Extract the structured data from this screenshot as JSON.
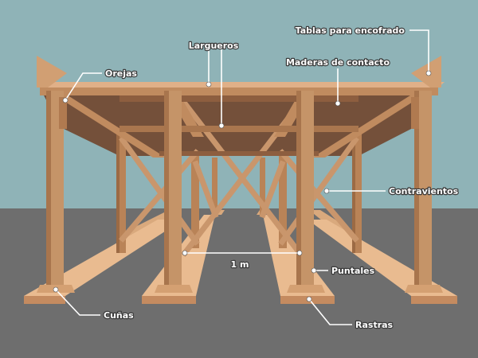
{
  "diagram": {
    "colors": {
      "sky": "#8fb3b7",
      "ground": "#6e6e6e",
      "wood_face": "#c59468",
      "wood_side": "#a8754d",
      "wood_light": "#e3b48a",
      "deck_under": "#74503a"
    },
    "labels": {
      "tablas": "Tablas para encofrado",
      "largueros": "Largueros",
      "orejas": "Orejas",
      "maderas": "Maderas de contacto",
      "contravientos": "Contravientos",
      "dimension": "1 m",
      "puntales": "Puntales",
      "cunas": "Cuñas",
      "rastras": "Rastras"
    }
  }
}
